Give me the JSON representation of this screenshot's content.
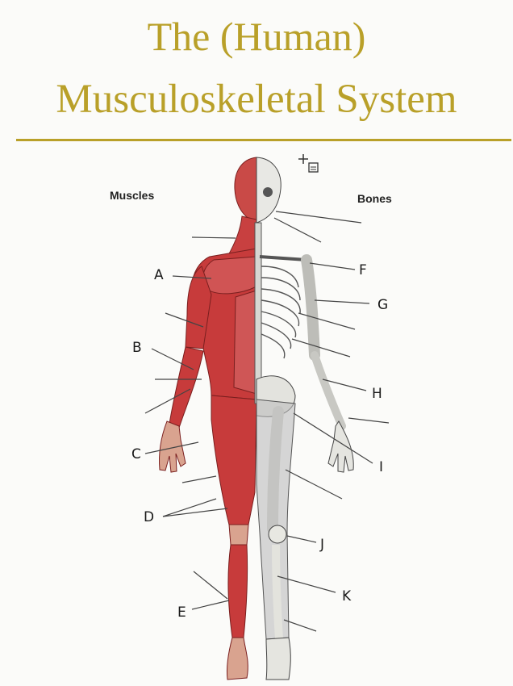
{
  "title": {
    "line1": "The (Human)",
    "line2": "Musculoskeletal System"
  },
  "side_labels": {
    "muscles": "Muscles",
    "bones": "Bones"
  },
  "letters": {
    "A": "A",
    "B": "B",
    "C": "C",
    "D": "D",
    "E": "E",
    "F": "F",
    "G": "G",
    "H": "H",
    "I": "I",
    "J": "J",
    "K": "K"
  },
  "colors": {
    "title": "#b9a029",
    "muscle": "#c73b3b",
    "bone": "#bfbfbf"
  }
}
